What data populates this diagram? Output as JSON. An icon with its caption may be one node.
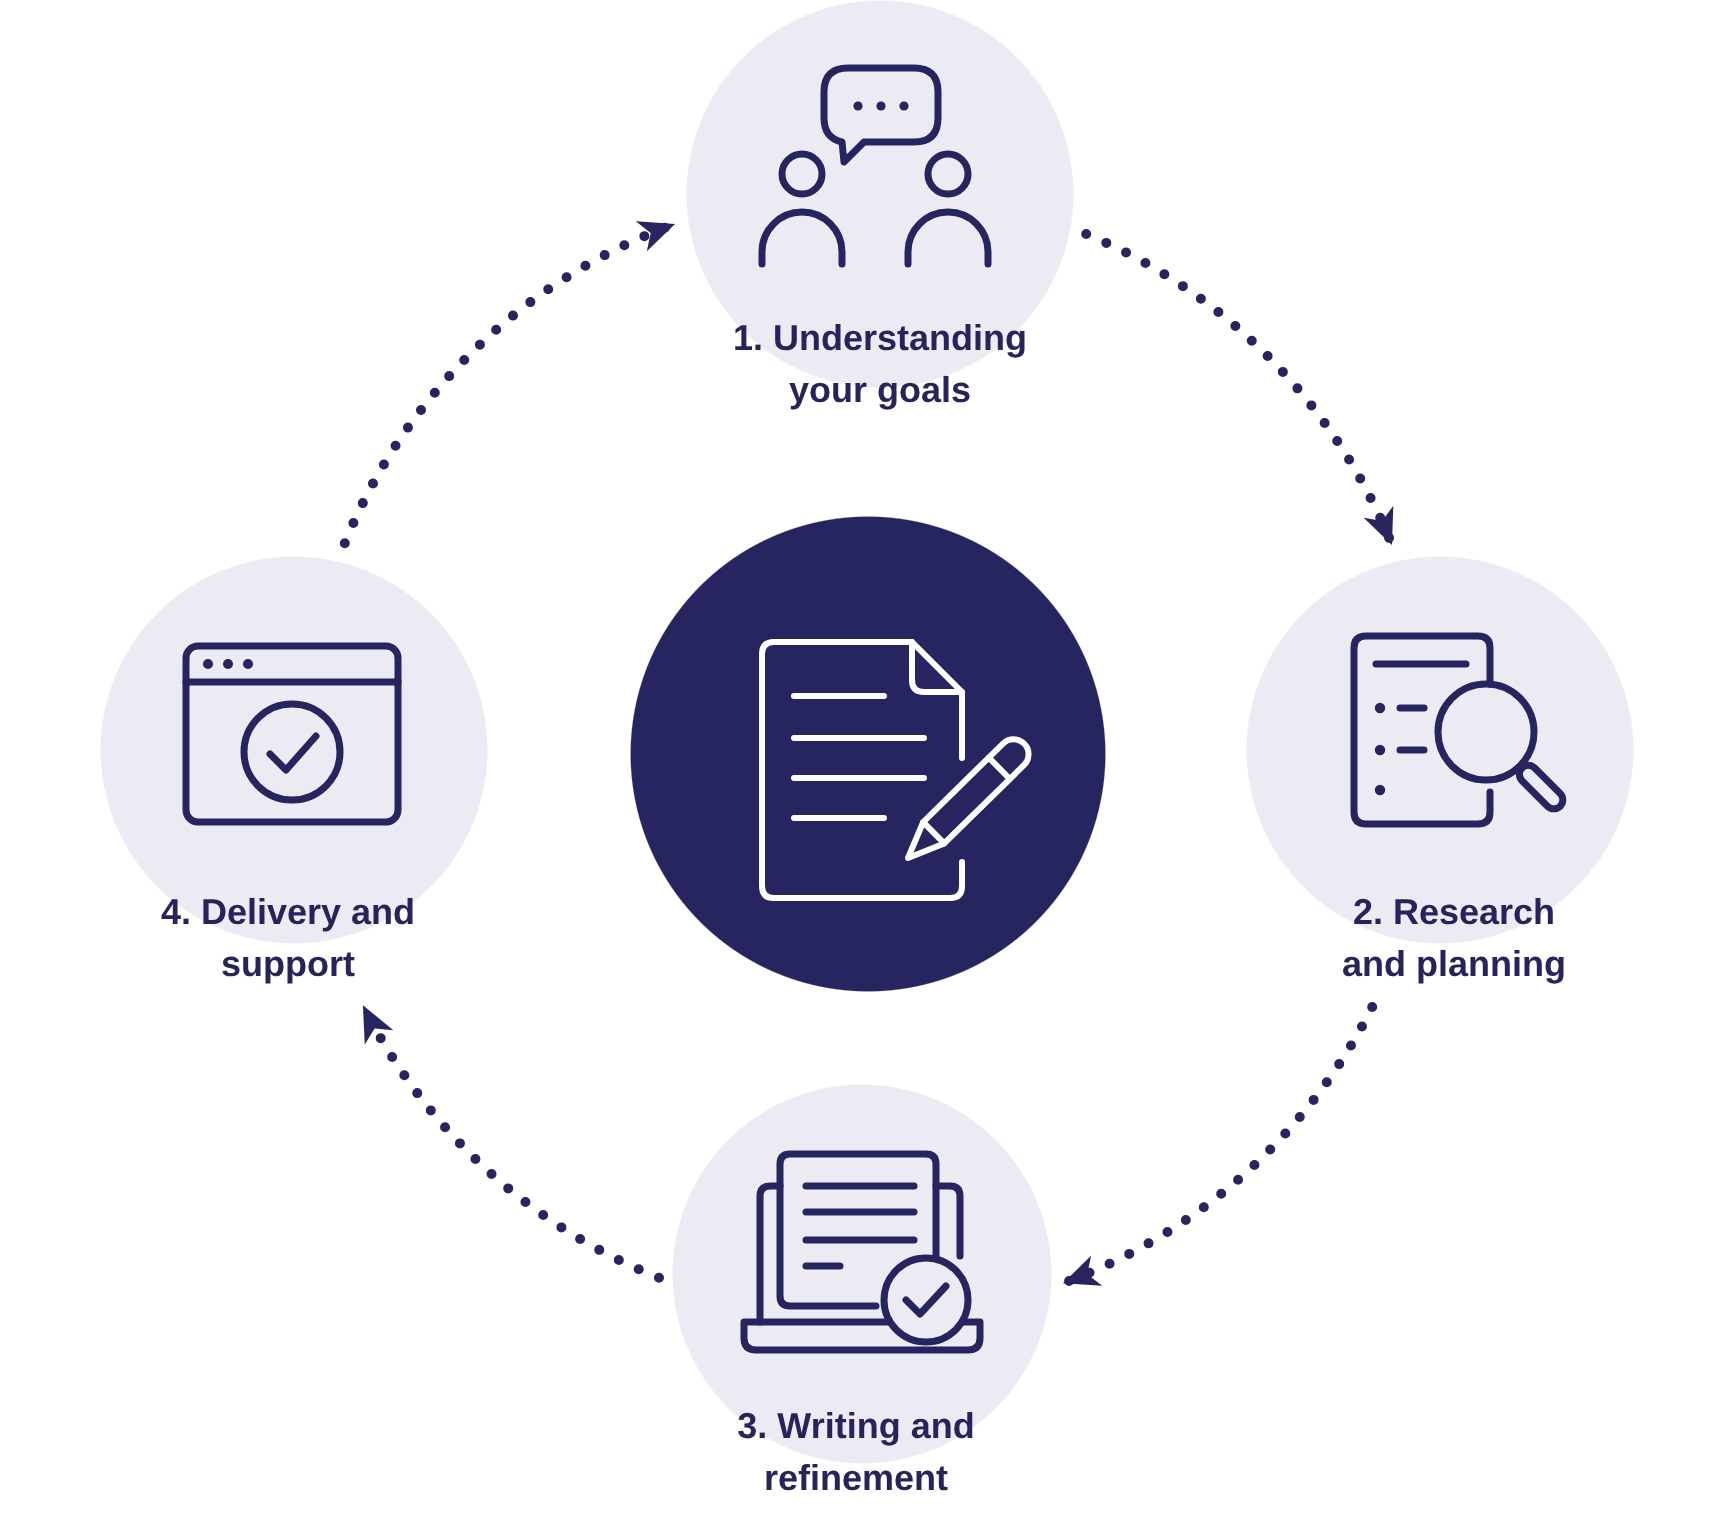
{
  "diagram": {
    "nodes": [
      {
        "text": [
          "1. Understanding your goals"
        ]
      },
      {
        "text": [
          "2. Research and planning"
        ]
      },
      {
        "text": [
          "3. Writing and refinement"
        ]
      },
      {
        "text": [
          "4. Delivery and support"
        ]
      },
      {
        "text": [],
        "shape": "circle"
      }
    ],
    "edges": [
      {
        "from": 0,
        "to": 1,
        "arrow": "to",
        "style": "dashed"
      },
      {
        "from": 1,
        "to": 2,
        "arrow": "to",
        "style": "dashed"
      },
      {
        "from": 2,
        "to": 3,
        "arrow": "to",
        "style": "dashed"
      },
      {
        "from": 3,
        "to": 0,
        "arrow": "to",
        "style": "dashed"
      }
    ]
  }
}
